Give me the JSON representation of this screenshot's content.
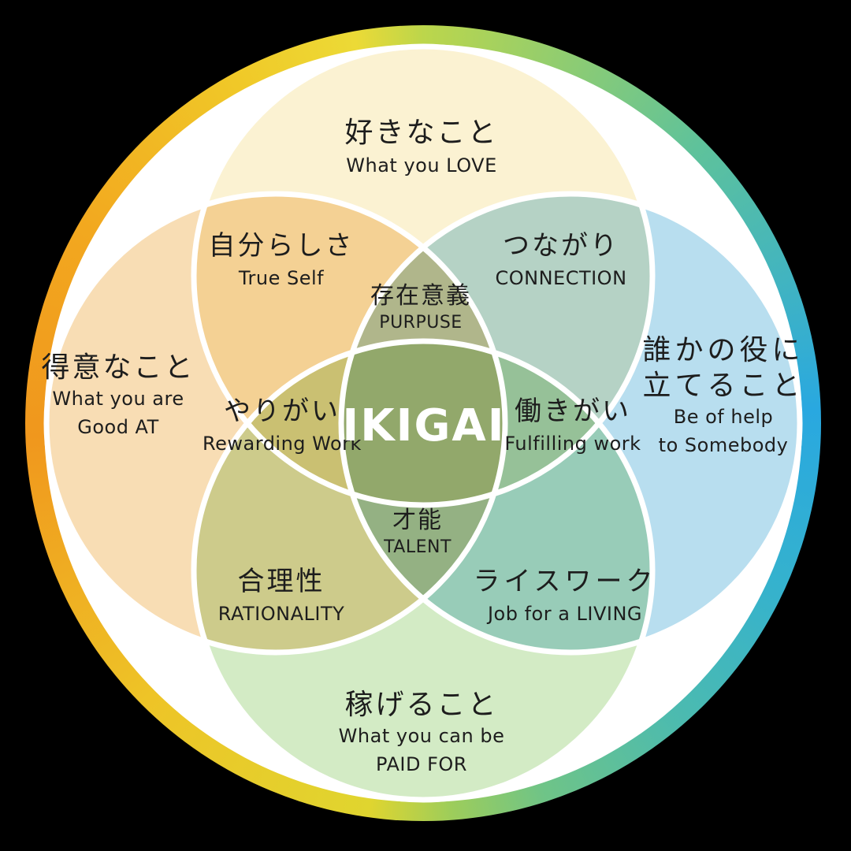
{
  "center_label": "IKIGAI",
  "circles": {
    "love": {
      "jp": "好きなこと",
      "en": "What you LOVE"
    },
    "good_at": {
      "jp": "得意なこと",
      "en_line1": "What you are",
      "en_line2": "Good AT"
    },
    "help": {
      "jp_line1": "誰かの役に",
      "jp_line2": "立てること",
      "en_line1": "Be of help",
      "en_line2": "to Somebody"
    },
    "paid_for": {
      "jp": "稼げること",
      "en_line1": "What you can be",
      "en_line2": "PAID FOR"
    }
  },
  "overlaps": {
    "true_self": {
      "jp": "自分らしさ",
      "en": "True Self"
    },
    "connection": {
      "jp": "つながり",
      "en": "CONNECTION"
    },
    "purpose": {
      "jp": "存在意義",
      "en": "PURPUSE"
    },
    "rewarding_work": {
      "jp": "やりがい",
      "en": "Rewarding Work"
    },
    "fulfilling_work": {
      "jp": "働きがい",
      "en": "Fulfilling work"
    },
    "talent": {
      "jp": "才能",
      "en": "TALENT"
    },
    "rationality": {
      "jp": "合理性",
      "en": "RATIONALITY"
    },
    "job_for_living": {
      "jp": "ライスワーク",
      "en": "Job for a LIVING"
    }
  },
  "colors": {
    "circle_love": "#FBF2D2",
    "circle_good_at": "#F8DDB4",
    "circle_help": "#B8DEEF",
    "circle_paid_for": "#D3EBC5",
    "inner_disc": "#FFFFFF",
    "circle_outline": "#FFFFFF",
    "text": "#1D1D1D",
    "center_text": "#FFFFFF"
  },
  "ring_gradient": [
    {
      "color": "#BCD64B",
      "angle": 0
    },
    {
      "color": "#5EC29B",
      "angle": 45
    },
    {
      "color": "#29A8E0",
      "angle": 88
    },
    {
      "color": "#35B2CD",
      "angle": 115
    },
    {
      "color": "#4DBBAE",
      "angle": 140
    },
    {
      "color": "#6FC487",
      "angle": 162
    },
    {
      "color": "#9ECD5A",
      "angle": 176
    },
    {
      "color": "#E0D52F",
      "angle": 188
    },
    {
      "color": "#EEC427",
      "angle": 225
    },
    {
      "color": "#F0971D",
      "angle": 268
    },
    {
      "color": "#F2A81F",
      "angle": 300
    },
    {
      "color": "#F0C928",
      "angle": 332
    },
    {
      "color": "#ECDA36",
      "angle": 350
    },
    {
      "color": "#BCD64B",
      "angle": 360
    }
  ]
}
